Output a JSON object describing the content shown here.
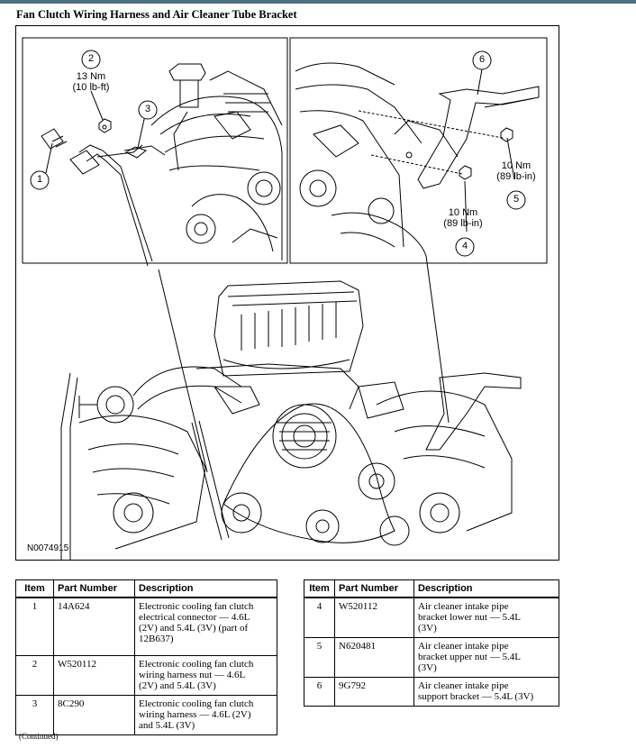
{
  "title": "Fan Clutch Wiring Harness and Air Cleaner Tube Bracket",
  "figure": {
    "code": "N0074915",
    "callouts": {
      "c1": "1",
      "c2": "2",
      "c3": "3",
      "c4": "4",
      "c5": "5",
      "c6": "6"
    },
    "torque_2_line1": "13 Nm",
    "torque_2_line2": "(10 lb-ft)",
    "torque_5_line1": "10 Nm",
    "torque_5_line2": "(89 lb-in)",
    "torque_4_line1": "10 Nm",
    "torque_4_line2": "(89 lb-in)"
  },
  "table_headers": {
    "item": "Item",
    "part_number": "Part Number",
    "description": "Description"
  },
  "parts_left": [
    {
      "item": "1",
      "part_number": "14A624",
      "description": "Electronic cooling fan clutch\nelectrical connector — 4.6L\n(2V) and 5.4L (3V) (part of\n12B637)"
    },
    {
      "item": "2",
      "part_number": "W520112",
      "description": "Electronic cooling fan clutch\nwiring harness nut — 4.6L\n(2V) and 5.4L (3V)"
    },
    {
      "item": "3",
      "part_number": "8C290",
      "description": "Electronic cooling fan clutch\nwiring harness — 4.6L (2V)\nand 5.4L (3V)"
    }
  ],
  "parts_right": [
    {
      "item": "4",
      "part_number": "W520112",
      "description": "Air cleaner intake pipe\nbracket lower nut — 5.4L\n(3V)"
    },
    {
      "item": "5",
      "part_number": "N620481",
      "description": "Air cleaner intake pipe\nbracket upper nut — 5.4L\n(3V)"
    },
    {
      "item": "6",
      "part_number": "9G792",
      "description": "Air cleaner intake pipe\nsupport bracket — 5.4L (3V)"
    }
  ],
  "continued": "(Continued)"
}
